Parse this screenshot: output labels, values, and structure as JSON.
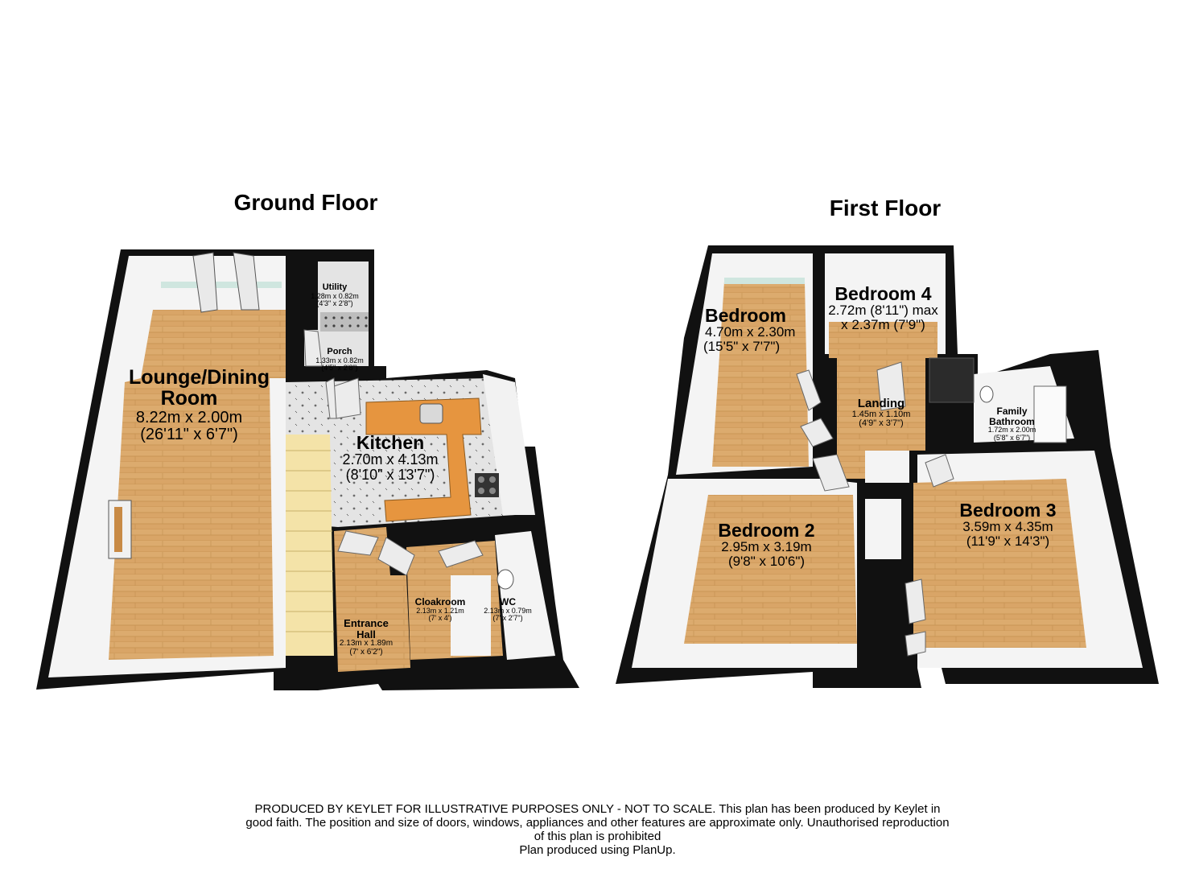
{
  "floors": {
    "ground": {
      "title": "Ground Floor",
      "rooms": {
        "lounge": {
          "name": "Lounge/Dining Room",
          "metric": "8.22m x 2.00m",
          "imperial": "(26'11\" x 6'7\")"
        },
        "utility": {
          "name": "Utility",
          "metric": "1.28m x 0.82m",
          "imperial": "(4'3\" x 2'8\")"
        },
        "porch": {
          "name": "Porch",
          "metric": "1.33m x 0.82m",
          "imperial": "(4'5\" x 2'8\")"
        },
        "kitchen": {
          "name": "Kitchen",
          "metric": "2.70m x 4.13m",
          "imperial": "(8'10\" x 13'7\")"
        },
        "entrance_hall": {
          "name": "Entrance Hall",
          "metric": "2.13m x 1.89m",
          "imperial": "(7' x 6'2\")"
        },
        "cloakroom": {
          "name": "Cloakroom",
          "metric": "2.13m x 1.21m",
          "imperial": "(7' x 4')"
        },
        "wc": {
          "name": "WC",
          "metric": "2.13m x 0.79m",
          "imperial": "(7' x 2'7\")"
        }
      }
    },
    "first": {
      "title": "First Floor",
      "rooms": {
        "bedroom1": {
          "name": "Bedroom",
          "metric": "4.70m x 2.30m",
          "imperial": "(15'5\" x 7'7\")"
        },
        "bedroom4": {
          "name": "Bedroom 4",
          "metric": "2.72m (8'11\") max",
          "imperial": "x 2.37m (7'9\")"
        },
        "landing": {
          "name": "Landing",
          "metric": "1.45m x 1.10m",
          "imperial": "(4'9\" x 3'7\")"
        },
        "bathroom": {
          "name": "Family Bathroom",
          "metric": "1.72m x 2.00m",
          "imperial": "(5'8\" x 6'7\")"
        },
        "bedroom2": {
          "name": "Bedroom 2",
          "metric": "2.95m x 3.19m",
          "imperial": "(9'8\" x 10'6\")"
        },
        "bedroom3": {
          "name": "Bedroom 3",
          "metric": "3.59m x 4.35m",
          "imperial": "(11'9\" x 14'3\")"
        }
      }
    }
  },
  "disclaimer": {
    "line1": "PRODUCED BY KEYLET FOR ILLUSTRATIVE PURPOSES ONLY - NOT TO SCALE. This plan has been produced by Keylet in",
    "line2": "good faith. The position and size of doors, windows, appliances and other features are approximate only.  Unauthorised reproduction",
    "line3": "of this plan is prohibited",
    "line4": "Plan produced using PlanUp."
  },
  "colors": {
    "wood": "#d9a567",
    "wall": "#111111",
    "inner_wall": "#f4f4f4",
    "worktop": "#e6953f",
    "tile": "#dcdcdc",
    "window": "#cfe6df"
  }
}
